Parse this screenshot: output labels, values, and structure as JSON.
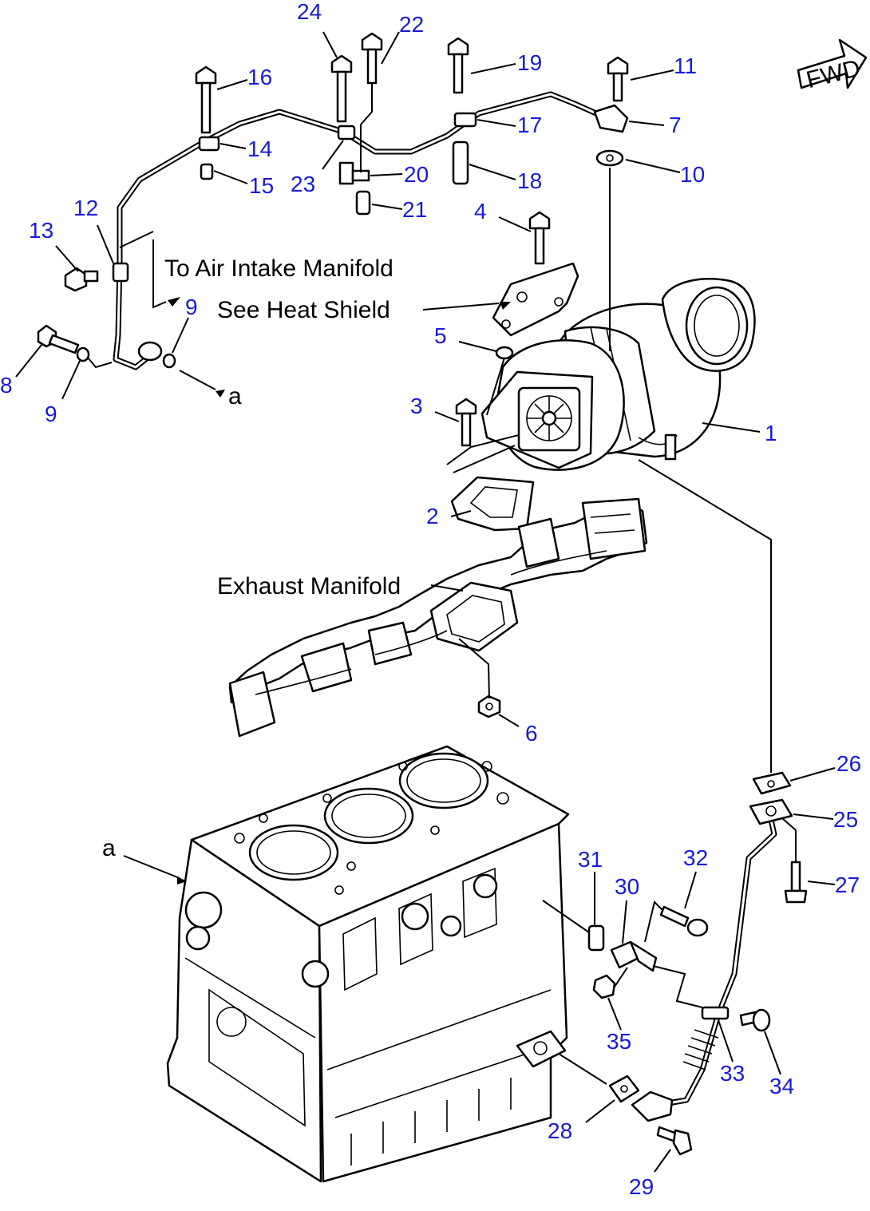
{
  "labels": {
    "air_intake": "To Air Intake Manifold",
    "heat_shield": "See Heat Shield",
    "exhaust": "Exhaust Manifold",
    "fwd": "FWD",
    "a_top": "a",
    "a_block": "a"
  },
  "callouts": [
    {
      "id": "c1",
      "text": "1"
    },
    {
      "id": "c2",
      "text": "2"
    },
    {
      "id": "c3",
      "text": "3"
    },
    {
      "id": "c4",
      "text": "4"
    },
    {
      "id": "c5",
      "text": "5"
    },
    {
      "id": "c6",
      "text": "6"
    },
    {
      "id": "c7",
      "text": "7"
    },
    {
      "id": "c8",
      "text": "8"
    },
    {
      "id": "c9a",
      "text": "9"
    },
    {
      "id": "c9b",
      "text": "9"
    },
    {
      "id": "c10",
      "text": "10"
    },
    {
      "id": "c11",
      "text": "11"
    },
    {
      "id": "c12",
      "text": "12"
    },
    {
      "id": "c13",
      "text": "13"
    },
    {
      "id": "c14",
      "text": "14"
    },
    {
      "id": "c15",
      "text": "15"
    },
    {
      "id": "c16",
      "text": "16"
    },
    {
      "id": "c17",
      "text": "17"
    },
    {
      "id": "c18",
      "text": "18"
    },
    {
      "id": "c19",
      "text": "19"
    },
    {
      "id": "c20",
      "text": "20"
    },
    {
      "id": "c21",
      "text": "21"
    },
    {
      "id": "c22",
      "text": "22"
    },
    {
      "id": "c23",
      "text": "23"
    },
    {
      "id": "c24",
      "text": "24"
    },
    {
      "id": "c25",
      "text": "25"
    },
    {
      "id": "c26",
      "text": "26"
    },
    {
      "id": "c27",
      "text": "27"
    },
    {
      "id": "c28",
      "text": "28"
    },
    {
      "id": "c29",
      "text": "29"
    },
    {
      "id": "c30",
      "text": "30"
    },
    {
      "id": "c31",
      "text": "31"
    },
    {
      "id": "c32",
      "text": "32"
    },
    {
      "id": "c33",
      "text": "33"
    },
    {
      "id": "c34",
      "text": "34"
    },
    {
      "id": "c35",
      "text": "35"
    }
  ],
  "colors": {
    "callout": "#1a1adb",
    "line": "#000000",
    "background": "#ffffff"
  }
}
